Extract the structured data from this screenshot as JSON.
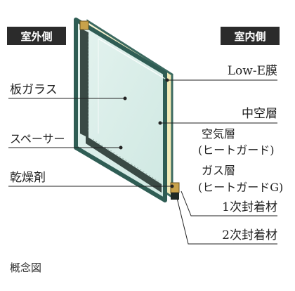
{
  "sides": {
    "outdoor": "室外側",
    "indoor": "室内側"
  },
  "labels": {
    "plate_glass": "板ガラス",
    "spacer": "スペーサー",
    "desiccant": "乾燥剤",
    "low_e": "Low-E膜",
    "hollow_layer": "中空層",
    "air_layer_1": "空気層",
    "air_layer_2": "(ヒートガード)",
    "gas_layer_1": "ガス層",
    "gas_layer_2": "(ヒートガードG)",
    "primary_seal": "1次封着材",
    "secondary_seal": "2次封着材"
  },
  "caption": "概念図",
  "colors": {
    "glass_edge": "#2f5d54",
    "glass_face": "#d7eee9",
    "low_e_tint": "#f4efc4",
    "frame_dark": "#3a4a45",
    "label_box": "#2b2b2b",
    "leader_line": "#222222"
  }
}
